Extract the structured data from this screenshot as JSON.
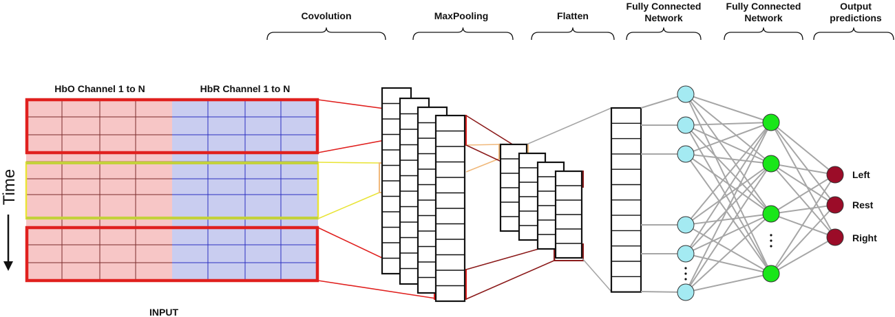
{
  "stages": {
    "convolution": "Covolution",
    "maxpooling": "MaxPooling",
    "flatten": "Flatten",
    "fc1_line1": "Fully Connected",
    "fc1_line2": "Network",
    "fc2_line1": "Fully Connected",
    "fc2_line2": "Network",
    "output_line1": "Output",
    "output_line2": "predictions"
  },
  "input": {
    "hbo_label": "HbO Channel 1 to N",
    "hbr_label": "HbR Channel 1 to N",
    "caption": "INPUT"
  },
  "axis": {
    "time_label": "Time"
  },
  "outputs": [
    "Left",
    "Rest",
    "Right"
  ],
  "colors": {
    "hbo_fill": "#f7c6c6",
    "hbr_fill": "#c9cdf0",
    "red": "#e0201e",
    "dark_red": "#8b1a1a",
    "yellow": "#e9e437",
    "orange": "#f0b87a",
    "grey_edge": "#a6a6a6",
    "fc1_node": "#a4eaf2",
    "fc2_node": "#19e619",
    "out_node": "#9b0c28"
  }
}
